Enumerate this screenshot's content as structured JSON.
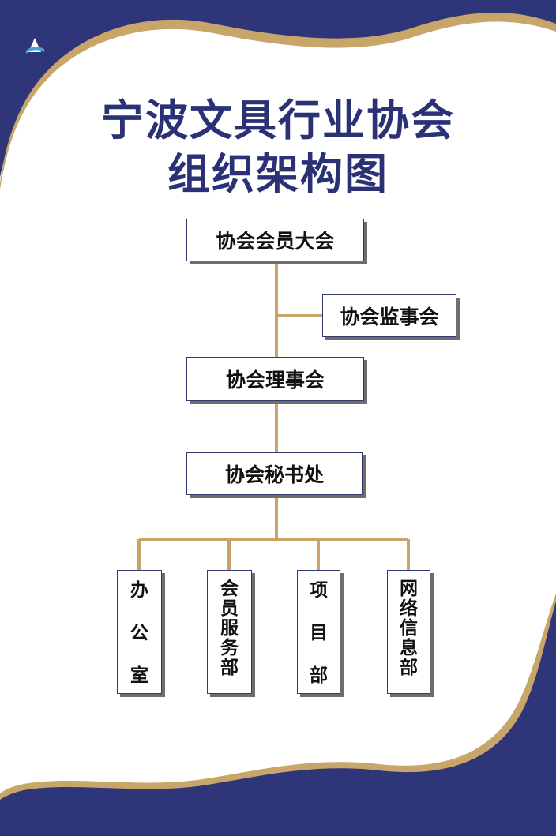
{
  "title": {
    "line1": "宁波文具行业协会",
    "line2": "组织架构图"
  },
  "colors": {
    "navy": "#2a3175",
    "gold": "#c8a66a",
    "connector": "#c9a36a",
    "title": "#2a3175"
  },
  "logo": {
    "icon": "triangle-book-logo-icon"
  },
  "org": {
    "general_assembly": "协会会员大会",
    "supervisory_board": "协会监事会",
    "council": "协会理事会",
    "secretariat": "协会秘书处",
    "departments": [
      {
        "chars": [
          "办",
          "公",
          "室"
        ]
      },
      {
        "chars": [
          "会",
          "员",
          "服",
          "务",
          "部"
        ]
      },
      {
        "chars": [
          "项",
          "目",
          "部"
        ]
      },
      {
        "chars": [
          "网",
          "络",
          "信",
          "息",
          "部"
        ]
      }
    ]
  }
}
